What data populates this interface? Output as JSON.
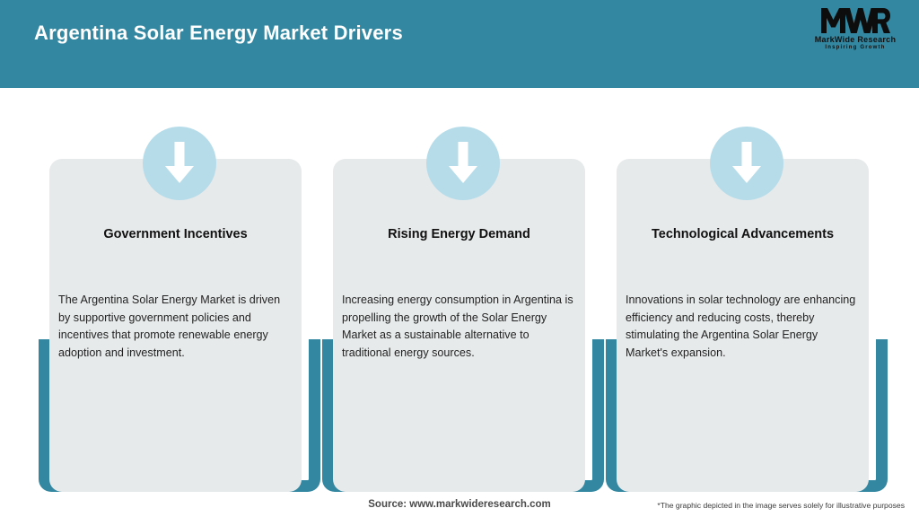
{
  "header": {
    "title": "Argentina Solar Energy Market Drivers",
    "background_color": "#3487a0",
    "title_color": "#ffffff"
  },
  "logo": {
    "mark": "MWR",
    "name": "MarkWide Research",
    "tagline": "Inspiring Growth"
  },
  "cards": [
    {
      "icon": "arrow-down-icon",
      "title": "Government Incentives",
      "body": "The Argentina Solar Energy Market is driven by supportive government policies and incentives that promote renewable energy adoption and investment."
    },
    {
      "icon": "arrow-down-icon",
      "title": "Rising Energy Demand",
      "body": "Increasing energy consumption in Argentina is propelling the growth of the Solar Energy Market as a sustainable alternative to traditional energy sources."
    },
    {
      "icon": "arrow-down-icon",
      "title": "Technological Advancements",
      "body": "Innovations in solar technology are enhancing efficiency and reducing costs, thereby stimulating the Argentina Solar Energy Market's expansion."
    }
  ],
  "footer": {
    "source": "Source: www.markwideresearch.com",
    "disclaimer": "*The graphic depicted in the image serves solely for illustrative purposes"
  },
  "colors": {
    "teal": "#3487a0",
    "panel_grey": "#e7eaeb",
    "badge_blue": "#b6dcea",
    "arrow_white": "#ffffff"
  }
}
